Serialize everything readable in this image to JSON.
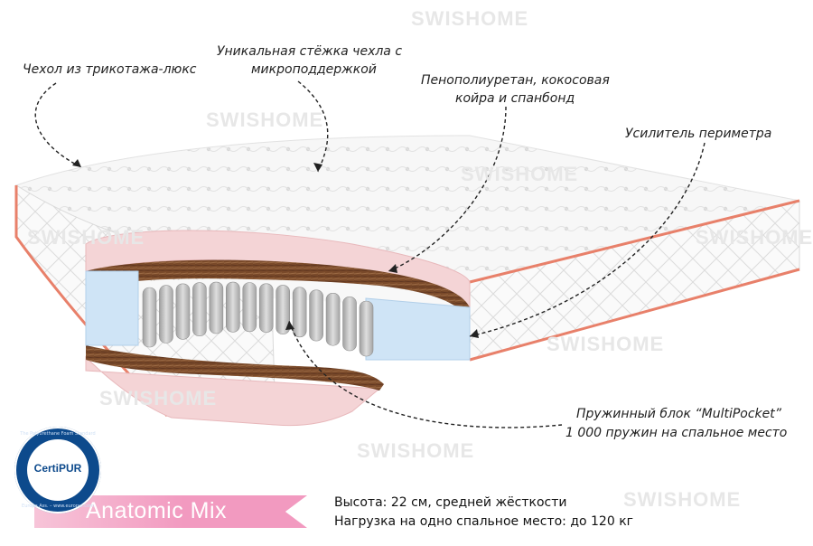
{
  "brand": {
    "watermark": "SWISHOME"
  },
  "callouts": {
    "cover": "Чехол из трикотажа-люкс",
    "stitch_line1": "Уникальная стёжка чехла с",
    "stitch_line2": "микроподдержкой",
    "foam_line1": "Пенополиуретан, кокосовая",
    "foam_line2": "койра и спанбонд",
    "perimeter": "Усилитель периметра",
    "spring_line1": "Пружинный блок “MultiPocket”",
    "spring_line2": "1 000 пружин на спальное место"
  },
  "product": {
    "name": "Anatomic Mix"
  },
  "specs": {
    "height": "Высота: 22 см, средней жёсткости",
    "load": "Нагрузка на одно спальное место: до 120 кг"
  },
  "certification": {
    "badge": "CertiPUR",
    "arc_top": "The Polyurethane Foam Standard",
    "arc_bottom": "Europe Ass. – www.europur.com"
  },
  "colors": {
    "pink_layer": "#f4d4d6",
    "coir": "#7a4a2a",
    "foam_blue": "#cfe4f6",
    "piping": "#e8806a",
    "springs": "#b6b6b6",
    "ribbon": "#f29ac0",
    "badge_blue": "#0d4a8c"
  }
}
